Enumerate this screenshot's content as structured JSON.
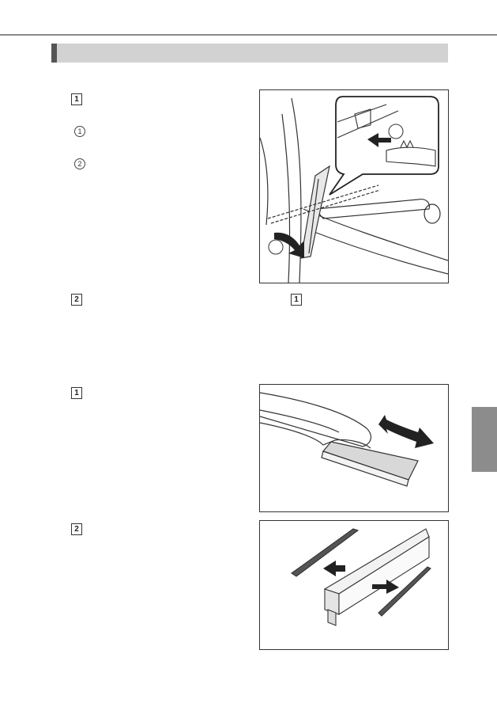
{
  "header": {
    "section_title": ""
  },
  "steps": {
    "s1": "1",
    "s1_sub1": "1",
    "s1_sub2": "2",
    "s2": "2",
    "s2_ref": "1",
    "s3": "1",
    "s4": "2"
  },
  "colors": {
    "rule": "#8a8a8a",
    "heading_bg": "#d2d2d2",
    "heading_accent": "#555555",
    "side_tab": "#8c8c8c",
    "outline": "#333333"
  },
  "icons": {
    "arrow": "arrow-icon",
    "callout": "callout-bubble"
  }
}
